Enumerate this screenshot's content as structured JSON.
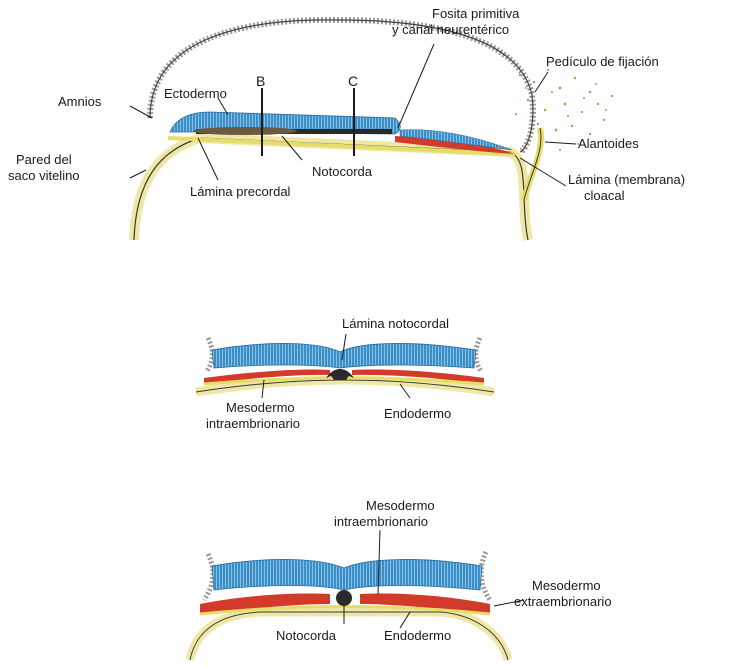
{
  "panel_a": {
    "fosita_1": "Fosita primitiva",
    "fosita_2": "y canal neurentérico",
    "pediculo": "Pedículo de fijación",
    "amnios": "Amnios",
    "ectodermo": "Ectodermo",
    "section_b": "B",
    "section_c": "C",
    "alantoides": "Alantoides",
    "pared_1": "Pared del",
    "pared_2": "saco vitelino",
    "notocorda": "Notocorda",
    "lamina_cloacal_1": "Lámina (membrana)",
    "lamina_cloacal_2": "cloacal",
    "lamina_precordal": "Lámina precordal"
  },
  "panel_b": {
    "lamina_notocordal": "Lámina notocordal",
    "mesodermo_1": "Mesodermo",
    "mesodermo_2": "intraembrionario",
    "endodermo": "Endodermo"
  },
  "panel_c": {
    "mesodermo_intra_1": "Mesodermo",
    "mesodermo_intra_2": "intraembrionario",
    "mesodermo_extra_1": "Mesodermo",
    "mesodermo_extra_2": "extraembrionario",
    "notocorda": "Notocorda",
    "endodermo": "Endodermo"
  },
  "colors": {
    "ectoderm": "#3a8fc8",
    "mesoderm": "#d23a2a",
    "endoderm": "#e6dc6a",
    "notochord": "#2a2a2a",
    "amnion_stipple": "#b8b8b8",
    "yolk_stipple": "#efe7a6",
    "stalk": "#e8844a"
  }
}
